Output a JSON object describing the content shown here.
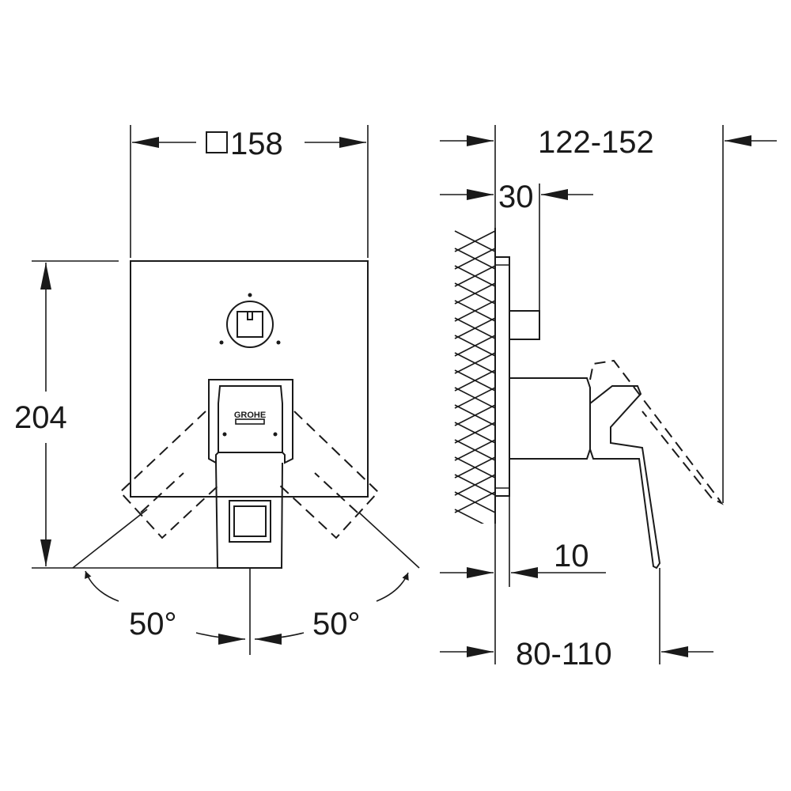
{
  "front_view": {
    "width_label": "158",
    "width_symbol": "square-symbol",
    "height_label": "204",
    "angle_left_label": "50°",
    "angle_right_label": "50°",
    "logo_text": "GROHE"
  },
  "side_view": {
    "total_depth_label": "122-152",
    "spindle_label": "30",
    "plate_label": "10",
    "install_depth_label": "80-110"
  }
}
